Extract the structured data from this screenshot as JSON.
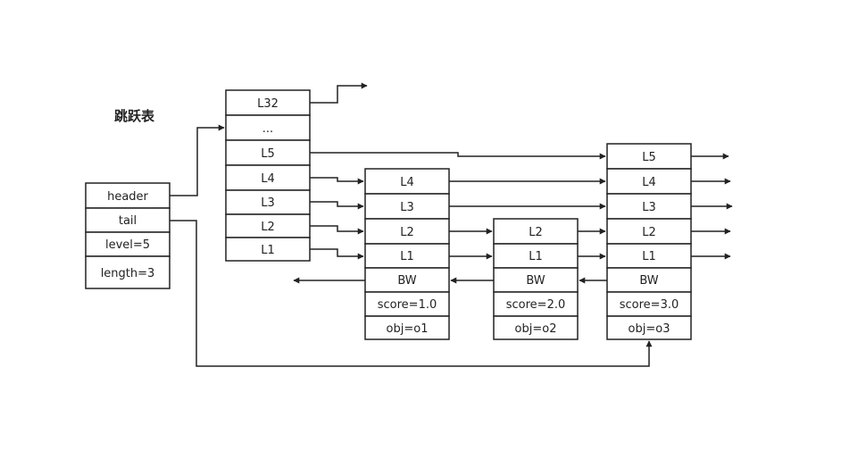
{
  "title": "跳跃表",
  "list": {
    "cells": [
      "header",
      "tail",
      "level=5",
      "length=3"
    ]
  },
  "header_node": {
    "levels": [
      "L32",
      "...",
      "L5",
      "L4",
      "L3",
      "L2",
      "L1"
    ]
  },
  "nodes": [
    {
      "levels": [
        "L4",
        "L3",
        "L2",
        "L1"
      ],
      "bw": "BW",
      "score": "score=1.0",
      "obj": "obj=o1"
    },
    {
      "levels": [
        "L2",
        "L1"
      ],
      "bw": "BW",
      "score": "score=2.0",
      "obj": "obj=o2"
    },
    {
      "levels": [
        "L5",
        "L4",
        "L3",
        "L2",
        "L1"
      ],
      "bw": "BW",
      "score": "score=3.0",
      "obj": "obj=o3"
    }
  ]
}
